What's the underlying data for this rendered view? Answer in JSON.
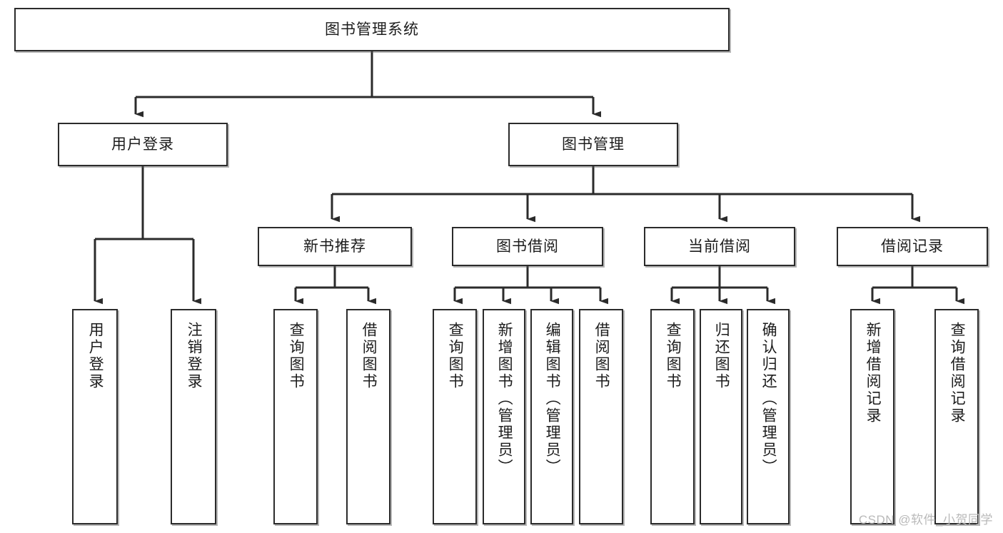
{
  "diagram": {
    "title": "图书管理系统",
    "type": "tree",
    "watermark": "CSDN @软件_小贺同学",
    "colors": {
      "box_border": "#2b2b2b",
      "box_fill": "#ffffff",
      "connector": "#2b2b2b",
      "text": "#1c1c1c",
      "watermark": "#b9b9b9"
    },
    "root": {
      "label": "图书管理系统"
    },
    "level2": [
      {
        "label": "用户登录"
      },
      {
        "label": "图书管理"
      }
    ],
    "level3": [
      {
        "label": "新书推荐"
      },
      {
        "label": "图书借阅"
      },
      {
        "label": "当前借阅"
      },
      {
        "label": "借阅记录"
      }
    ],
    "leaves": {
      "user_login": [
        {
          "label": "用户登录"
        },
        {
          "label": "注销登录"
        }
      ],
      "new_book_recommend": [
        {
          "label": "查询图书"
        },
        {
          "label": "借阅图书"
        }
      ],
      "book_borrow": [
        {
          "label": "查询图书"
        },
        {
          "label": "新增图书（管理员）"
        },
        {
          "label": "编辑图书（管理员）"
        },
        {
          "label": "借阅图书"
        }
      ],
      "current_borrow": [
        {
          "label": "查询图书"
        },
        {
          "label": "归还图书"
        },
        {
          "label": "确认归还（管理员）"
        }
      ],
      "borrow_record": [
        {
          "label": "新增借阅记录"
        },
        {
          "label": "查询借阅记录"
        }
      ]
    }
  }
}
